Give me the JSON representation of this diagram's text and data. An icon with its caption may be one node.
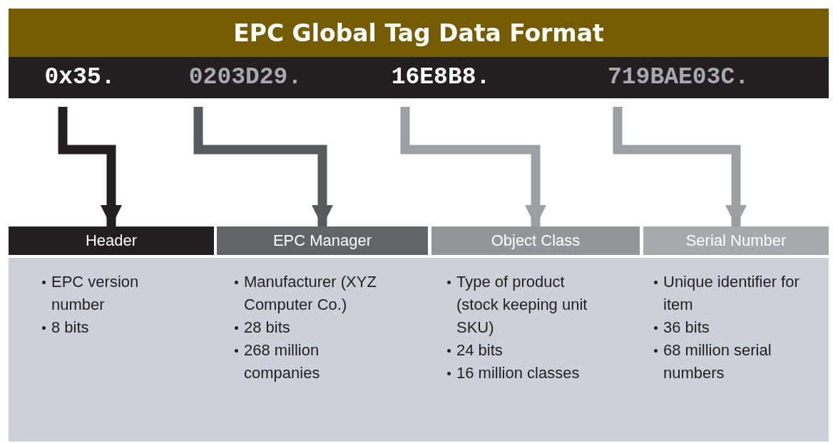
{
  "diagram": {
    "title": "EPC Global Tag Data Format",
    "nodes": [
      {
        "text": [
          "0x35."
        ]
      },
      {
        "text": [
          "0203D29."
        ]
      },
      {
        "text": [
          "16E8B8."
        ]
      },
      {
        "text": [
          "719BAE03C."
        ]
      },
      {
        "text": [
          "Header"
        ],
        "beside": [
          "EPC version number",
          "8 bits"
        ]
      },
      {
        "text": [
          "EPC Manager"
        ],
        "beside": [
          "Manufacturer (XYZ Computer Co.)",
          "28 bits",
          "268 million companies"
        ]
      },
      {
        "text": [
          "Object Class"
        ],
        "beside": [
          "Type of product (stock keeping unit SKU)",
          "24 bits",
          "16 million classes"
        ]
      },
      {
        "text": [
          "Serial Number"
        ],
        "beside": [
          "Unique identifier for item",
          "36 bits",
          "68 million serial numbers"
        ]
      }
    ],
    "edges": [
      {
        "from": 0,
        "to": 4,
        "arrow": "to",
        "color": "#231f20"
      },
      {
        "from": 1,
        "to": 5,
        "arrow": "to",
        "color": "#58595b"
      },
      {
        "from": 2,
        "to": 6,
        "arrow": "to",
        "color": "#9d9fa2"
      },
      {
        "from": 3,
        "to": 7,
        "arrow": "to",
        "color": "#9d9fa2"
      }
    ]
  }
}
